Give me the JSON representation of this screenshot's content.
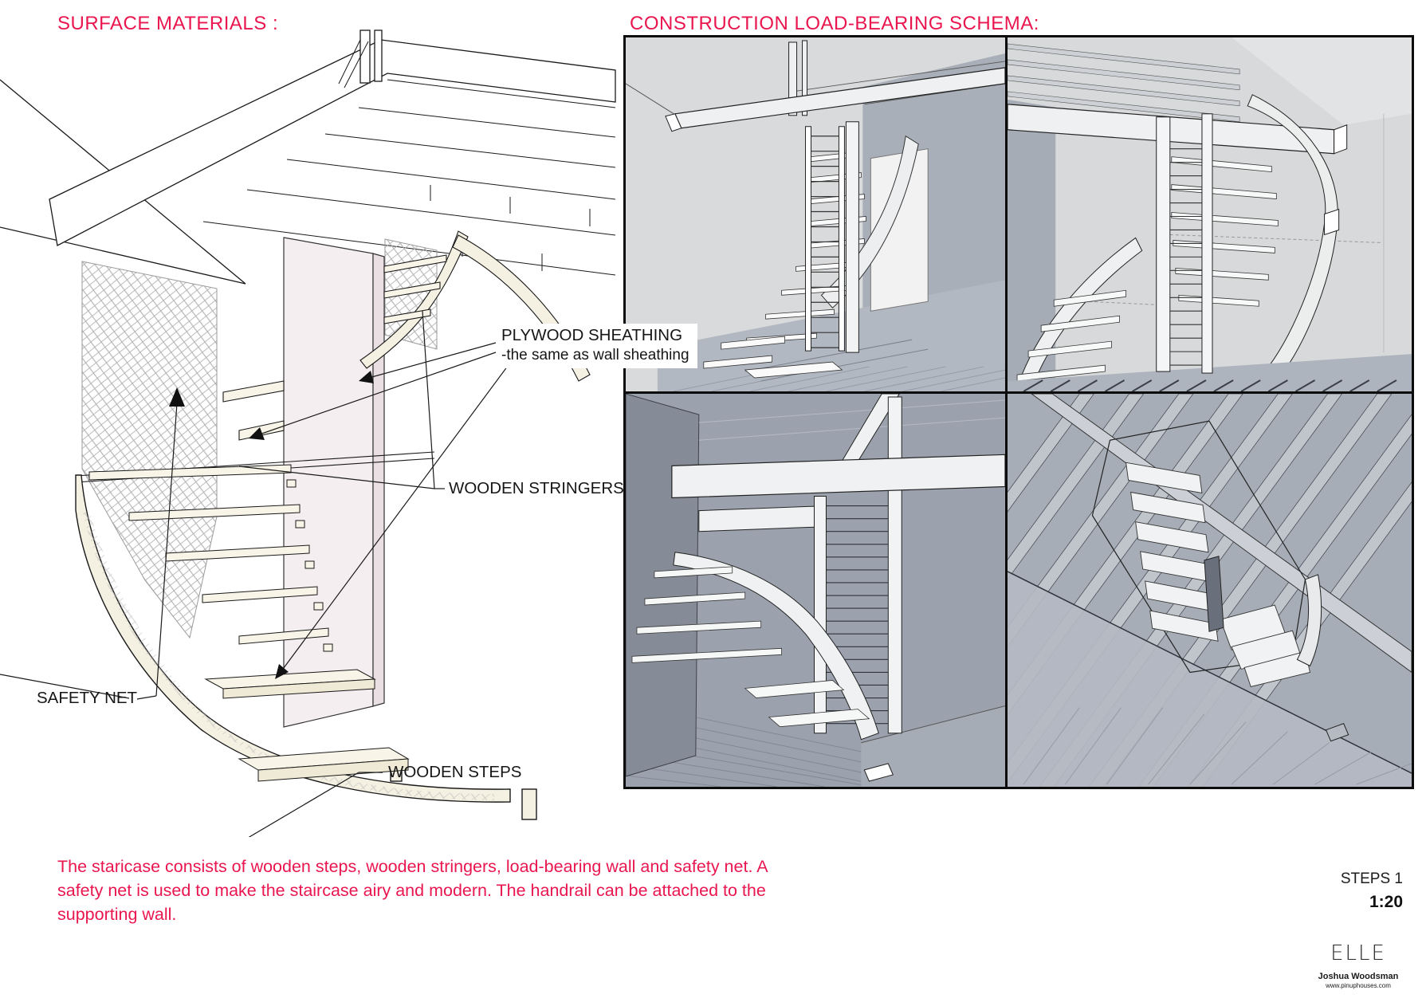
{
  "titles": {
    "left": "SURFACE MATERIALS :",
    "right": "CONSTRUCTION LOAD-BEARING SCHEMA:"
  },
  "annotations": {
    "plywood_line1": "PLYWOOD SHEATHING",
    "plywood_line2": "-the same as wall sheathing",
    "stringers": "WOODEN STRINGERS",
    "safety_net": "SAFETY NET",
    "wooden_steps": "WOODEN STEPS"
  },
  "description": {
    "line1": "The staricase consists of wooden steps, wooden stringers, load-bearing wall and safety net. A",
    "line2": "safety net is used to make the staircase airy and modern. The handrail can be attached to the",
    "line3": "supporting wall."
  },
  "title_block": {
    "sheet": "STEPS 1",
    "scale": "1:20",
    "brand": "ELLE",
    "author": "Joshua Woodsman",
    "website": "www.pinuphouses.com"
  },
  "colors": {
    "accent": "#e9164f",
    "ink": "#161616"
  }
}
